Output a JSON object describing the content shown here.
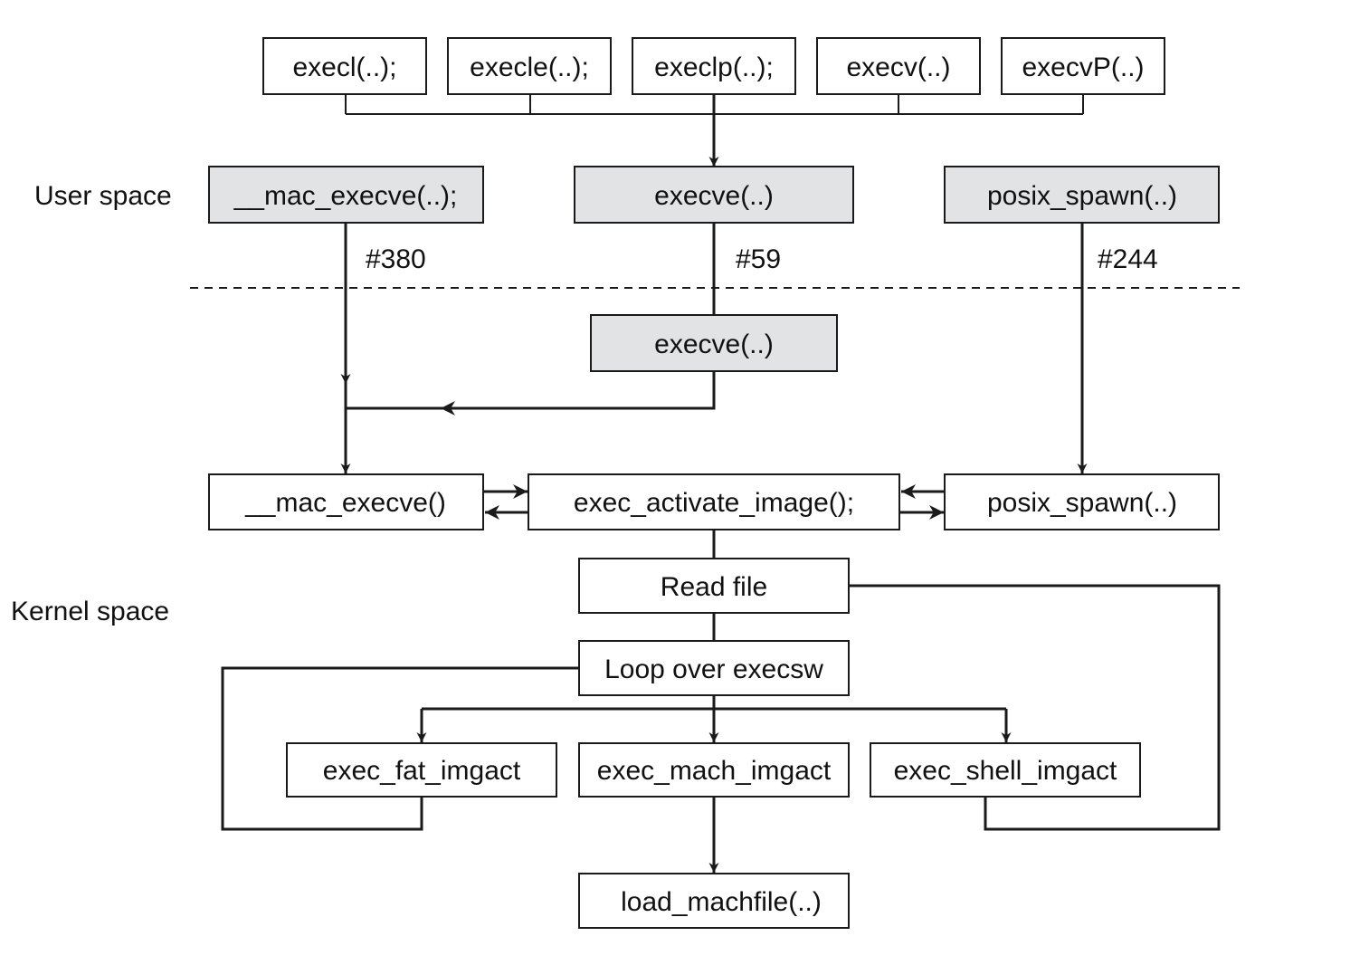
{
  "regions": {
    "user_space": "User space",
    "kernel_space": "Kernel space"
  },
  "libc_calls": [
    "execl(..);",
    "execle(..);",
    "execlp(..);",
    "execv(..)",
    "execvP(..)"
  ],
  "user_stubs": {
    "mac_execve": "__mac_execve(..);",
    "execve": "execve(..)",
    "posix_spawn": "posix_spawn(..)"
  },
  "syscall_numbers": {
    "mac_execve": "#380",
    "execve": "#59",
    "posix_spawn": "#244"
  },
  "kernel": {
    "execve": "execve(..)",
    "mac_execve": "__mac_execve()",
    "exec_activate_image": "exec_activate_image();",
    "posix_spawn": "posix_spawn(..)",
    "read_file": "Read file",
    "loop_execsw": "Loop over execsw",
    "fat_imgact": "exec_fat_imgact",
    "mach_imgact": "exec_mach_imgact",
    "shell_imgact": "exec_shell_imgact",
    "load_machfile": "load_machfile(..)"
  },
  "colors": {
    "user_box_fill": "#e2e3e5",
    "kernel_box_fill": "#ffffff",
    "line": "#1a1a1a"
  }
}
